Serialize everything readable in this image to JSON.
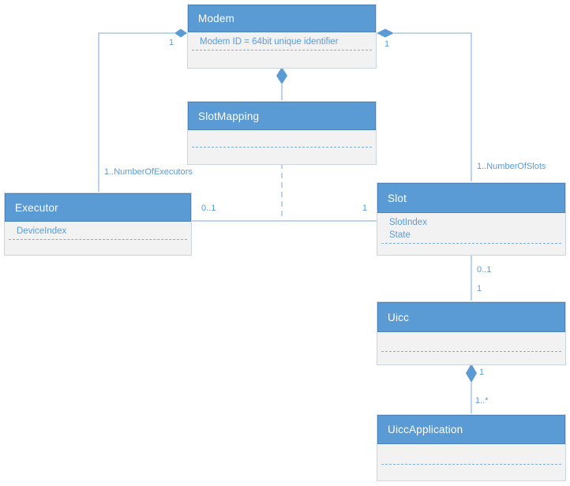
{
  "classes": [
    {
      "name": "Modem",
      "attributes": [
        "Modem ID = 64bit unique identifier"
      ]
    },
    {
      "name": "SlotMapping",
      "attributes": []
    },
    {
      "name": "Executor",
      "attributes": [
        "DeviceIndex"
      ]
    },
    {
      "name": "Slot",
      "attributes": [
        "SlotIndex",
        "State"
      ]
    },
    {
      "name": "Uicc",
      "attributes": []
    },
    {
      "name": "UiccApplication",
      "attributes": []
    }
  ],
  "multiplicities": {
    "modem_executor_modem_end": "1",
    "modem_executor_executor_end": "1..NumberOfExecutors",
    "modem_slot_modem_end": "1",
    "modem_slot_slot_end": "1..NumberOfSlots",
    "executor_slot_executor_end": "0..1",
    "executor_slot_slot_end": "1",
    "slot_uicc_slot_end": "0..1",
    "slot_uicc_uicc_end": "1",
    "uicc_application_uicc_end": "1",
    "uicc_application_application_end": "1..*"
  },
  "colors": {
    "header_fill": "#5b9bd5",
    "header_border": "#4a82ba",
    "body_fill": "#f2f2f2",
    "body_border": "#ccd6e0",
    "title_text": "#ffffff",
    "attribute_text": "#5b9bd5",
    "connector": "#a9c7e8",
    "diamond": "#5b9bd5",
    "separator": "#7faedc"
  }
}
